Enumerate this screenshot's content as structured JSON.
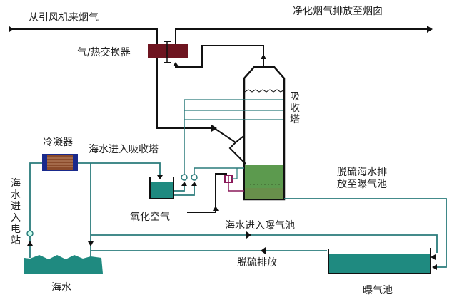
{
  "labels": {
    "flue_in": "从引风机来烟气",
    "clean_out": "净化烟气排放至烟囱",
    "heat_exchanger": "气/热交换器",
    "absorber": "吸收塔",
    "condenser": "冷凝器",
    "seawater_to_absorber": "海水进入吸收塔",
    "oxidation_air": "氧化空气",
    "desulf_to_aeration": "脱硫海水排放至曝气池",
    "desulf_to_aeration_line1": "脱硫海水排",
    "desulf_to_aeration_line2": "放至曝气池",
    "seawater_to_aeration": "海水进入曝气池",
    "desulf_discharge": "脱硫排放",
    "seawater_to_plant": "海水进入电站",
    "seawater": "海水",
    "aeration_pool": "曝气池"
  },
  "colors": {
    "gas_line": "#111111",
    "water_line": "#2a7b7b",
    "seawater_fill": "#1f8a80",
    "absorber_liquid": "#5c9a4e",
    "heat_exchanger": "#6e1520",
    "condenser_frame": "#1a2a8c",
    "condenser_coil": "#8a4a2a",
    "oxidation_line": "#8a1a5a"
  }
}
